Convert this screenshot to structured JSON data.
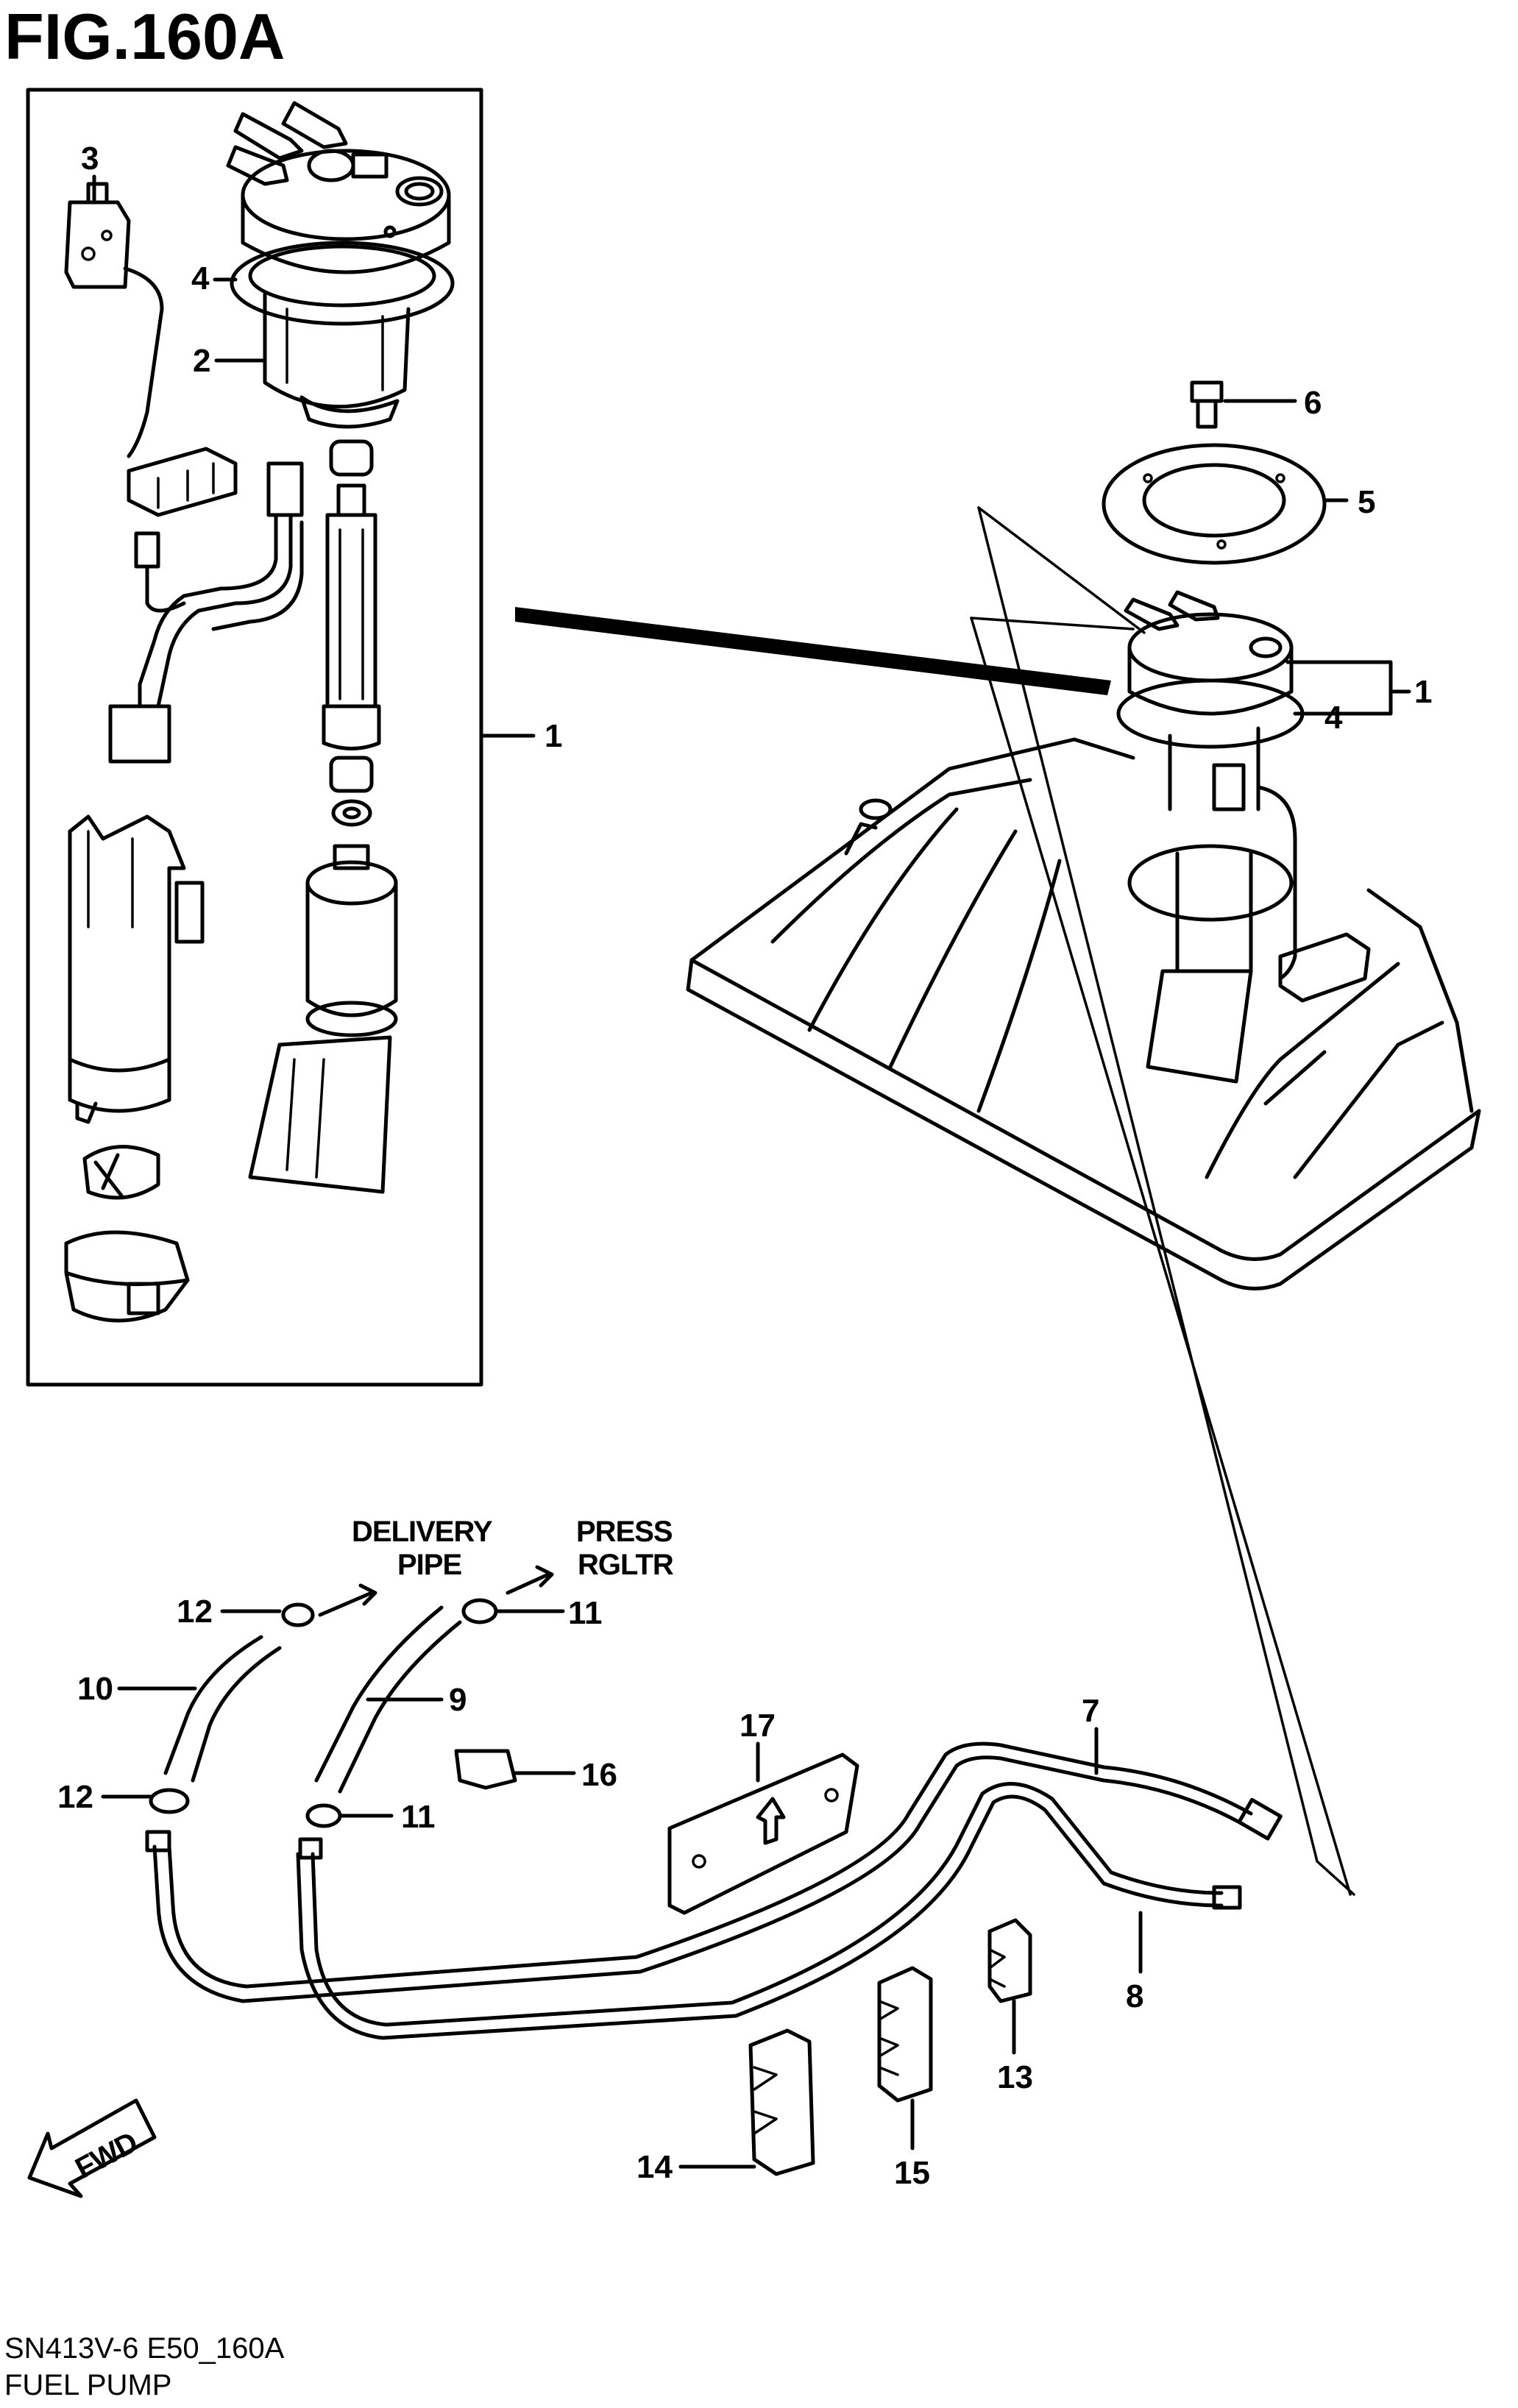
{
  "figure": {
    "title": "FIG.160A",
    "code": "SN413V-6 E50_160A",
    "name": "FUEL PUMP"
  },
  "callouts": {
    "c1_assembly": "1",
    "c1_tank": "1",
    "c2": "2",
    "c3": "3",
    "c4_assembly": "4",
    "c4_tank": "4",
    "c5": "5",
    "c6": "6",
    "c7": "7",
    "c8": "8",
    "c9": "9",
    "c10": "10",
    "c11_top": "11",
    "c11_bottom": "11",
    "c12_top": "12",
    "c12_bottom": "12",
    "c13": "13",
    "c14": "14",
    "c15": "15",
    "c16": "16",
    "c17": "17"
  },
  "annotations": {
    "delivery_line1": "DELIVERY",
    "delivery_line2": "PIPE",
    "press_line1": "PRESS",
    "press_line2": "RGLTR",
    "direction": "FWD"
  }
}
